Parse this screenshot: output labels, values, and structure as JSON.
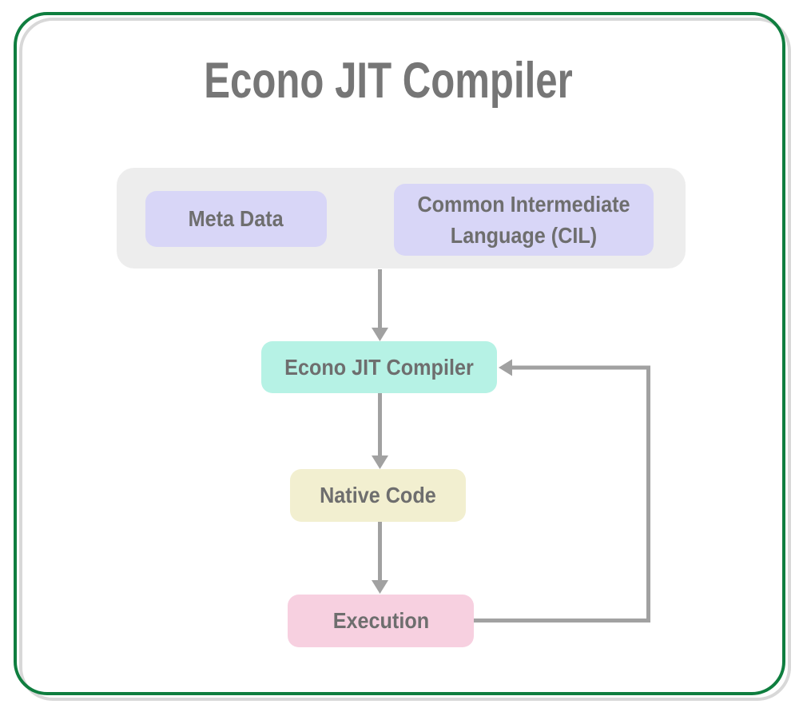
{
  "diagram": {
    "title": "Econo JIT Compiler",
    "nodes": {
      "metadata": "Meta Data",
      "cil": "Common Intermediate Language (CIL)",
      "compiler": "Econo JIT Compiler",
      "native": "Native Code",
      "execution": "Execution"
    },
    "group": {
      "members": [
        "metadata",
        "cil"
      ]
    },
    "edges": [
      {
        "from": "group",
        "to": "compiler",
        "type": "arrow-down"
      },
      {
        "from": "compiler",
        "to": "native",
        "type": "arrow-down"
      },
      {
        "from": "native",
        "to": "execution",
        "type": "arrow-down"
      },
      {
        "from": "execution",
        "to": "compiler",
        "type": "feedback-loop"
      }
    ]
  },
  "colors": {
    "frame_green": "#0f7e3f",
    "frame_shadow": "#d8d8d8",
    "group_bg": "#ededed",
    "node_lavender": "#d8d6f7",
    "node_teal": "#b6f2e5",
    "node_yellow": "#f2efd0",
    "node_pink": "#f7d0e0",
    "arrow": "#a1a1a1",
    "text": "#6e6e6e",
    "title_text": "#767676"
  }
}
